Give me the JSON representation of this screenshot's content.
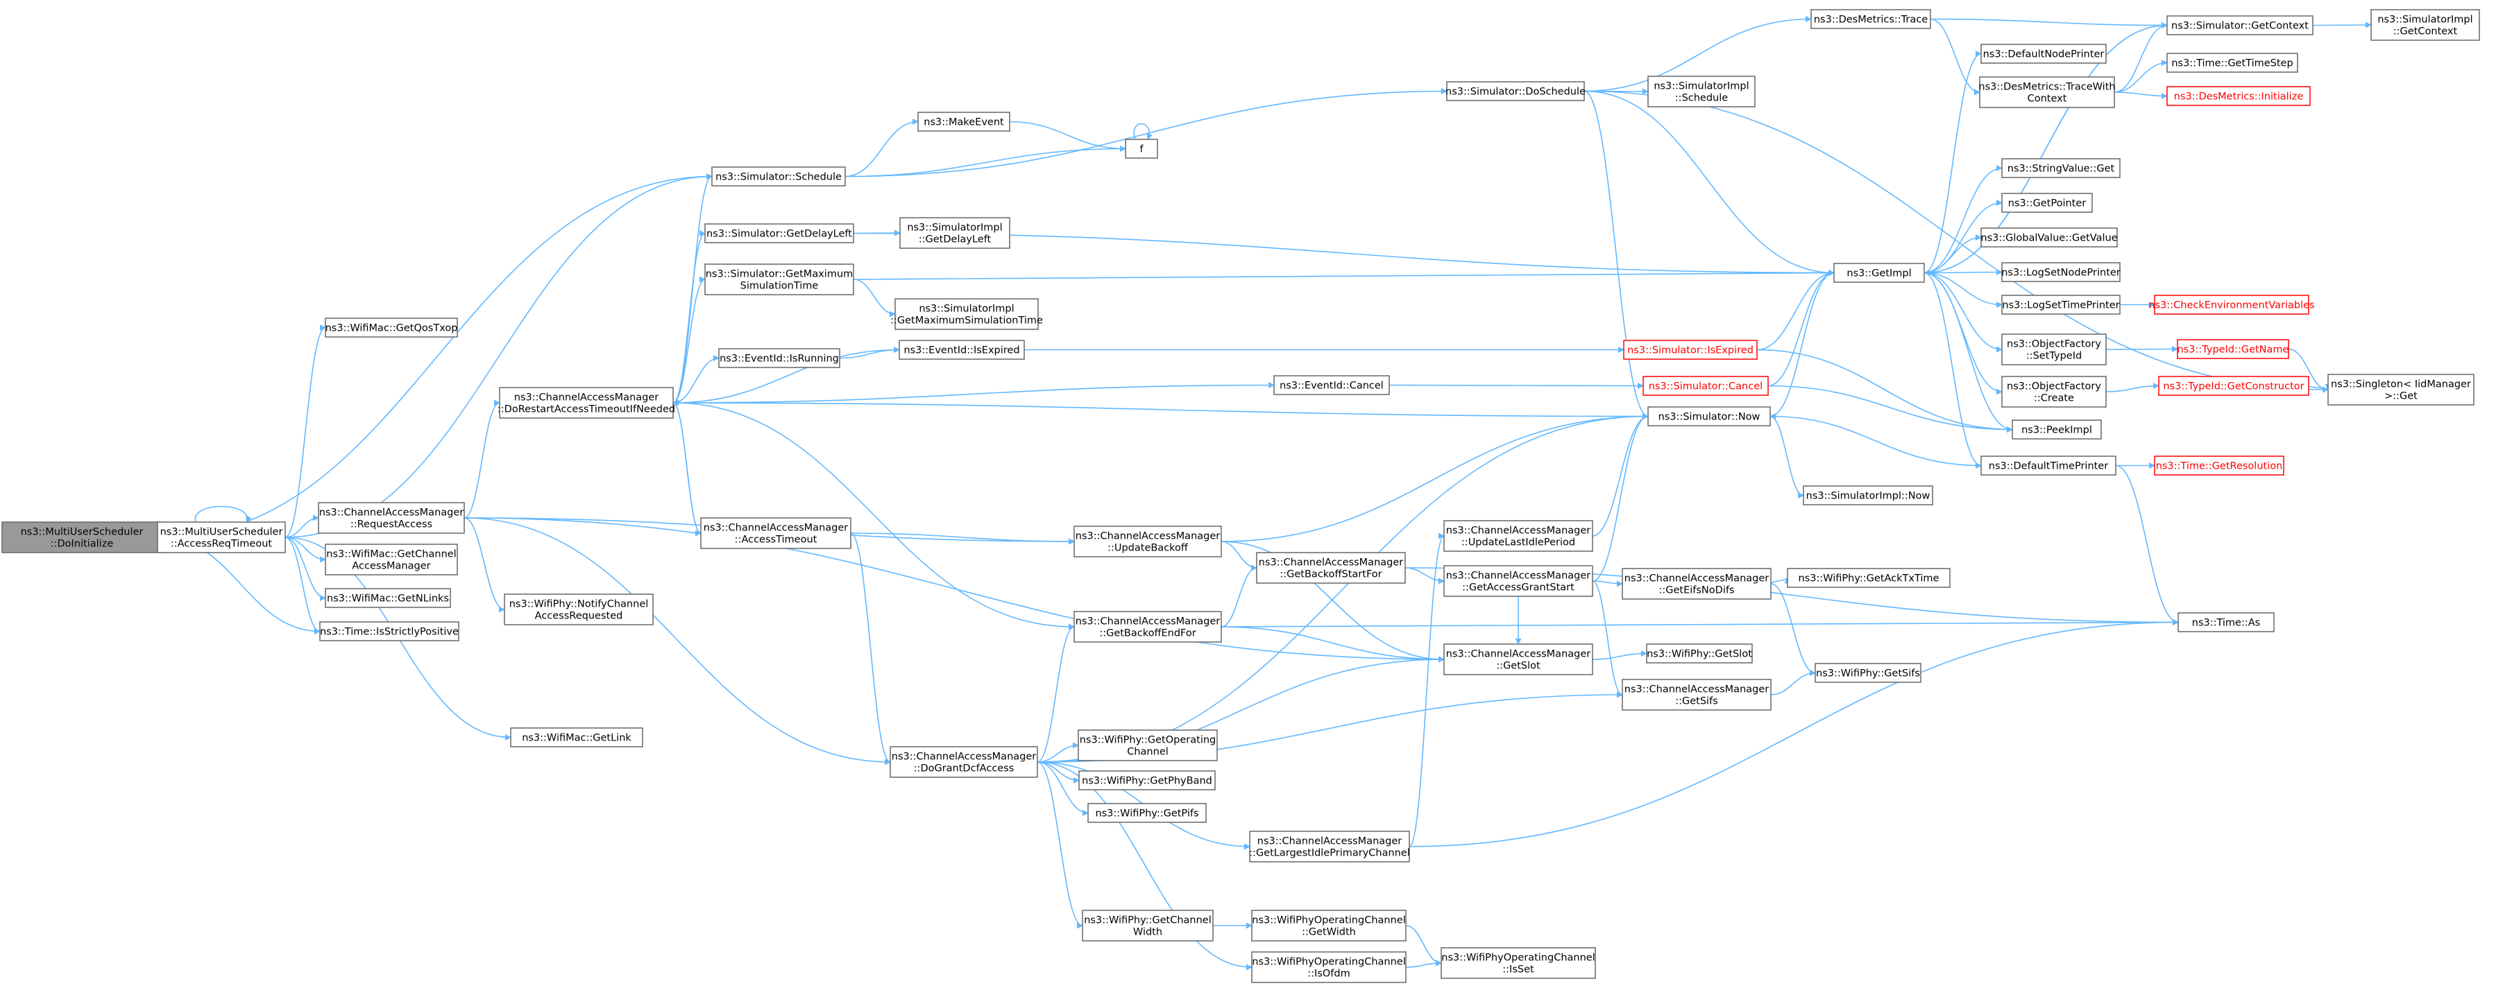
{
  "nodes": [
    {
      "id": "root",
      "label": [
        "ns3::MultiUserScheduler",
        "::DoInitialize"
      ],
      "style": "root"
    },
    {
      "id": "art",
      "label": [
        "ns3::MultiUserScheduler",
        "::AccessReqTimeout"
      ],
      "style": "normal"
    },
    {
      "id": "qos",
      "label": [
        "ns3::WifiMac::GetQosTxop"
      ],
      "style": "normal"
    },
    {
      "id": "ra",
      "label": [
        "ns3::ChannelAccessManager",
        "::RequestAccess"
      ],
      "style": "normal"
    },
    {
      "id": "gcam",
      "label": [
        "ns3::WifiMac::GetChannel",
        "AccessManager"
      ],
      "style": "normal"
    },
    {
      "id": "nlinks",
      "label": [
        "ns3::WifiMac::GetNLinks"
      ],
      "style": "normal"
    },
    {
      "id": "isp",
      "label": [
        "ns3::Time::IsStrictlyPositive"
      ],
      "style": "normal"
    },
    {
      "id": "glink",
      "label": [
        "ns3::WifiMac::GetLink"
      ],
      "style": "normal"
    },
    {
      "id": "notify",
      "label": [
        "ns3::WifiPhy::NotifyChannel",
        "AccessRequested"
      ],
      "style": "normal"
    },
    {
      "id": "drat",
      "label": [
        "ns3::ChannelAccessManager",
        "::DoRestartAccessTimeoutIfNeeded"
      ],
      "style": "normal"
    },
    {
      "id": "sched",
      "label": [
        "ns3::Simulator::Schedule"
      ],
      "style": "normal"
    },
    {
      "id": "mkev",
      "label": [
        "ns3::MakeEvent"
      ],
      "style": "normal"
    },
    {
      "id": "f",
      "label": [
        "f"
      ],
      "style": "normal"
    },
    {
      "id": "gdl",
      "label": [
        "ns3::Simulator::GetDelayLeft"
      ],
      "style": "normal"
    },
    {
      "id": "sigdl",
      "label": [
        "ns3::SimulatorImpl",
        "::GetDelayLeft"
      ],
      "style": "normal"
    },
    {
      "id": "gmst",
      "label": [
        "ns3::Simulator::GetMaximum",
        "SimulationTime"
      ],
      "style": "normal"
    },
    {
      "id": "sigmst",
      "label": [
        "ns3::SimulatorImpl",
        "::GetMaximumSimulationTime"
      ],
      "style": "normal"
    },
    {
      "id": "isrun",
      "label": [
        "ns3::EventId::IsRunning"
      ],
      "style": "normal"
    },
    {
      "id": "isexp",
      "label": [
        "ns3::EventId::IsExpired"
      ],
      "style": "normal"
    },
    {
      "id": "evcancel",
      "label": [
        "ns3::EventId::Cancel"
      ],
      "style": "normal"
    },
    {
      "id": "at",
      "label": [
        "ns3::ChannelAccessManager",
        "::AccessTimeout"
      ],
      "style": "normal"
    },
    {
      "id": "ub",
      "label": [
        "ns3::ChannelAccessManager",
        "::UpdateBackoff"
      ],
      "style": "normal"
    },
    {
      "id": "gbef",
      "label": [
        "ns3::ChannelAccessManager",
        "::GetBackoffEndFor"
      ],
      "style": "normal"
    },
    {
      "id": "gda",
      "label": [
        "ns3::ChannelAccessManager",
        "::DoGrantDcfAccess"
      ],
      "style": "normal"
    },
    {
      "id": "goc",
      "label": [
        "ns3::WifiPhy::GetOperating",
        "Channel"
      ],
      "style": "normal"
    },
    {
      "id": "gpb",
      "label": [
        "ns3::WifiPhy::GetPhyBand"
      ],
      "style": "normal"
    },
    {
      "id": "gpifs",
      "label": [
        "ns3::WifiPhy::GetPifs"
      ],
      "style": "normal"
    },
    {
      "id": "gcw",
      "label": [
        "ns3::WifiPhy::GetChannel",
        "Width"
      ],
      "style": "normal"
    },
    {
      "id": "gw",
      "label": [
        "ns3::WifiPhyOperatingChannel",
        "::GetWidth"
      ],
      "style": "normal"
    },
    {
      "id": "isofdm",
      "label": [
        "ns3::WifiPhyOperatingChannel",
        "::IsOfdm"
      ],
      "style": "normal"
    },
    {
      "id": "isset",
      "label": [
        "ns3::WifiPhyOperatingChannel",
        "::IsSet"
      ],
      "style": "normal"
    },
    {
      "id": "glipc",
      "label": [
        "ns3::ChannelAccessManager",
        "::GetLargestIdlePrimaryChannel"
      ],
      "style": "normal"
    },
    {
      "id": "gbsf",
      "label": [
        "ns3::ChannelAccessManager",
        "::GetBackoffStartFor"
      ],
      "style": "normal"
    },
    {
      "id": "ulip",
      "label": [
        "ns3::ChannelAccessManager",
        "::UpdateLastIdlePeriod"
      ],
      "style": "normal"
    },
    {
      "id": "gags",
      "label": [
        "ns3::ChannelAccessManager",
        "::GetAccessGrantStart"
      ],
      "style": "normal"
    },
    {
      "id": "gslot",
      "label": [
        "ns3::ChannelAccessManager",
        "::GetSlot"
      ],
      "style": "normal"
    },
    {
      "id": "gsifs",
      "label": [
        "ns3::ChannelAccessManager",
        "::GetSifs"
      ],
      "style": "normal"
    },
    {
      "id": "gend",
      "label": [
        "ns3::ChannelAccessManager",
        "::GetEifsNoDifs"
      ],
      "style": "normal"
    },
    {
      "id": "wgslot",
      "label": [
        "ns3::WifiPhy::GetSlot"
      ],
      "style": "normal"
    },
    {
      "id": "wgsifs",
      "label": [
        "ns3::WifiPhy::GetSifs"
      ],
      "style": "normal"
    },
    {
      "id": "wgack",
      "label": [
        "ns3::WifiPhy::GetAckTxTime"
      ],
      "style": "normal"
    },
    {
      "id": "dosched",
      "label": [
        "ns3::Simulator::DoSchedule"
      ],
      "style": "normal"
    },
    {
      "id": "sisched",
      "label": [
        "ns3::SimulatorImpl",
        "::Schedule"
      ],
      "style": "normal"
    },
    {
      "id": "now",
      "label": [
        "ns3::Simulator::Now"
      ],
      "style": "normal"
    },
    {
      "id": "sinow",
      "label": [
        "ns3::SimulatorImpl::Now"
      ],
      "style": "normal"
    },
    {
      "id": "simexp",
      "label": [
        "ns3::Simulator::IsExpired"
      ],
      "style": "red"
    },
    {
      "id": "simcancel",
      "label": [
        "ns3::Simulator::Cancel"
      ],
      "style": "red"
    },
    {
      "id": "getimpl",
      "label": [
        "ns3::GetImpl"
      ],
      "style": "normal"
    },
    {
      "id": "dmtrace",
      "label": [
        "ns3::DesMetrics::Trace"
      ],
      "style": "normal"
    },
    {
      "id": "dnp",
      "label": [
        "ns3::DefaultNodePrinter"
      ],
      "style": "normal"
    },
    {
      "id": "dmtwc",
      "label": [
        "ns3::DesMetrics::TraceWith",
        "Context"
      ],
      "style": "normal"
    },
    {
      "id": "sgc",
      "label": [
        "ns3::Simulator::GetContext"
      ],
      "style": "normal"
    },
    {
      "id": "sigc",
      "label": [
        "ns3::SimulatorImpl",
        "::GetContext"
      ],
      "style": "normal"
    },
    {
      "id": "tgts",
      "label": [
        "ns3::Time::GetTimeStep"
      ],
      "style": "normal"
    },
    {
      "id": "dminit",
      "label": [
        "ns3::DesMetrics::Initialize"
      ],
      "style": "red"
    },
    {
      "id": "svget",
      "label": [
        "ns3::StringValue::Get"
      ],
      "style": "normal"
    },
    {
      "id": "gptr",
      "label": [
        "ns3::GetPointer"
      ],
      "style": "normal"
    },
    {
      "id": "gvget",
      "label": [
        "ns3::GlobalValue::GetValue"
      ],
      "style": "normal"
    },
    {
      "id": "lsnp",
      "label": [
        "ns3::LogSetNodePrinter"
      ],
      "style": "normal"
    },
    {
      "id": "lstp",
      "label": [
        "ns3::LogSetTimePrinter"
      ],
      "style": "normal"
    },
    {
      "id": "cev",
      "label": [
        "ns3::CheckEnvironmentVariables"
      ],
      "style": "red"
    },
    {
      "id": "ofst",
      "label": [
        "ns3::ObjectFactory",
        "::SetTypeId"
      ],
      "style": "normal"
    },
    {
      "id": "tign",
      "label": [
        "ns3::TypeId::GetName"
      ],
      "style": "red"
    },
    {
      "id": "singleton",
      "label": [
        "ns3::Singleton< IidManager",
        ">::Get"
      ],
      "style": "normal"
    },
    {
      "id": "ofc",
      "label": [
        "ns3::ObjectFactory",
        "::Create"
      ],
      "style": "normal"
    },
    {
      "id": "tigc",
      "label": [
        "ns3::TypeId::GetConstructor"
      ],
      "style": "red"
    },
    {
      "id": "peek",
      "label": [
        "ns3::PeekImpl"
      ],
      "style": "normal"
    },
    {
      "id": "dtp",
      "label": [
        "ns3::DefaultTimePrinter"
      ],
      "style": "normal"
    },
    {
      "id": "tgr",
      "label": [
        "ns3::Time::GetResolution"
      ],
      "style": "red"
    },
    {
      "id": "tas",
      "label": [
        "ns3::Time::As"
      ],
      "style": "normal"
    }
  ],
  "edges": [
    [
      "root",
      "art"
    ],
    [
      "root",
      "sched"
    ],
    [
      "root",
      "isp"
    ],
    [
      "art",
      "art"
    ],
    [
      "art",
      "qos"
    ],
    [
      "art",
      "ra"
    ],
    [
      "art",
      "gcam"
    ],
    [
      "art",
      "nlinks"
    ],
    [
      "art",
      "isp"
    ],
    [
      "art",
      "glink"
    ],
    [
      "art",
      "sched"
    ],
    [
      "ra",
      "drat"
    ],
    [
      "ra",
      "notify"
    ],
    [
      "ra",
      "ub"
    ],
    [
      "ra",
      "gda"
    ],
    [
      "ra",
      "gslot"
    ],
    [
      "drat",
      "sched"
    ],
    [
      "drat",
      "gdl"
    ],
    [
      "drat",
      "gmst"
    ],
    [
      "drat",
      "isrun"
    ],
    [
      "drat",
      "isexp"
    ],
    [
      "drat",
      "evcancel"
    ],
    [
      "drat",
      "now"
    ],
    [
      "drat",
      "at"
    ],
    [
      "drat",
      "gbef"
    ],
    [
      "at",
      "drat"
    ],
    [
      "at",
      "ub"
    ],
    [
      "at",
      "gda"
    ],
    [
      "sched",
      "mkev"
    ],
    [
      "sched",
      "f"
    ],
    [
      "sched",
      "dosched"
    ],
    [
      "mkev",
      "f"
    ],
    [
      "f",
      "f"
    ],
    [
      "gdl",
      "sigdl"
    ],
    [
      "gdl",
      "getimpl"
    ],
    [
      "gmst",
      "sigmst"
    ],
    [
      "gmst",
      "getimpl"
    ],
    [
      "isrun",
      "isexp"
    ],
    [
      "isexp",
      "simexp"
    ],
    [
      "evcancel",
      "simcancel"
    ],
    [
      "ub",
      "now"
    ],
    [
      "ub",
      "gbsf"
    ],
    [
      "ub",
      "gslot"
    ],
    [
      "gbef",
      "gbsf"
    ],
    [
      "gbef",
      "gslot"
    ],
    [
      "gbef",
      "tas"
    ],
    [
      "gbsf",
      "gags"
    ],
    [
      "gbsf",
      "tas"
    ],
    [
      "gda",
      "gbef"
    ],
    [
      "gda",
      "goc"
    ],
    [
      "gda",
      "gpb"
    ],
    [
      "gda",
      "gpifs"
    ],
    [
      "gda",
      "gcw"
    ],
    [
      "gda",
      "isofdm"
    ],
    [
      "gda",
      "glipc"
    ],
    [
      "gda",
      "gslot"
    ],
    [
      "gda",
      "gsifs"
    ],
    [
      "gda",
      "now"
    ],
    [
      "gcw",
      "gw"
    ],
    [
      "gw",
      "isset"
    ],
    [
      "isofdm",
      "isset"
    ],
    [
      "glipc",
      "ulip"
    ],
    [
      "glipc",
      "tas"
    ],
    [
      "ulip",
      "now"
    ],
    [
      "gags",
      "now"
    ],
    [
      "gags",
      "gend"
    ],
    [
      "gags",
      "gsifs"
    ],
    [
      "gags",
      "gslot"
    ],
    [
      "gslot",
      "wgslot"
    ],
    [
      "gsifs",
      "wgsifs"
    ],
    [
      "gend",
      "wgack"
    ],
    [
      "gend",
      "wgsifs"
    ],
    [
      "dosched",
      "sisched"
    ],
    [
      "dosched",
      "dmtrace"
    ],
    [
      "dosched",
      "getimpl"
    ],
    [
      "dosched",
      "now"
    ],
    [
      "dosched",
      "singleton"
    ],
    [
      "now",
      "sinow"
    ],
    [
      "now",
      "getimpl"
    ],
    [
      "simexp",
      "getimpl"
    ],
    [
      "simexp",
      "peek"
    ],
    [
      "simcancel",
      "getimpl"
    ],
    [
      "simcancel",
      "peek"
    ],
    [
      "dmtrace",
      "sgc"
    ],
    [
      "dmtrace",
      "dmtwc"
    ],
    [
      "dmtwc",
      "tgts"
    ],
    [
      "dmtwc",
      "dminit"
    ],
    [
      "dmtwc",
      "sgc"
    ],
    [
      "sgc",
      "sigc"
    ],
    [
      "sgc",
      "getimpl"
    ],
    [
      "getimpl",
      "dnp"
    ],
    [
      "getimpl",
      "svget"
    ],
    [
      "getimpl",
      "gptr"
    ],
    [
      "getimpl",
      "gvget"
    ],
    [
      "getimpl",
      "lsnp"
    ],
    [
      "getimpl",
      "lstp"
    ],
    [
      "getimpl",
      "ofst"
    ],
    [
      "getimpl",
      "ofc"
    ],
    [
      "getimpl",
      "peek"
    ],
    [
      "getimpl",
      "dtp"
    ],
    [
      "getimpl",
      "sgc"
    ],
    [
      "lstp",
      "cev"
    ],
    [
      "ofst",
      "tign"
    ],
    [
      "tign",
      "singleton"
    ],
    [
      "ofc",
      "tigc"
    ],
    [
      "tigc",
      "singleton"
    ],
    [
      "dtp",
      "now"
    ],
    [
      "dtp",
      "tgr"
    ],
    [
      "dtp",
      "tas"
    ]
  ]
}
